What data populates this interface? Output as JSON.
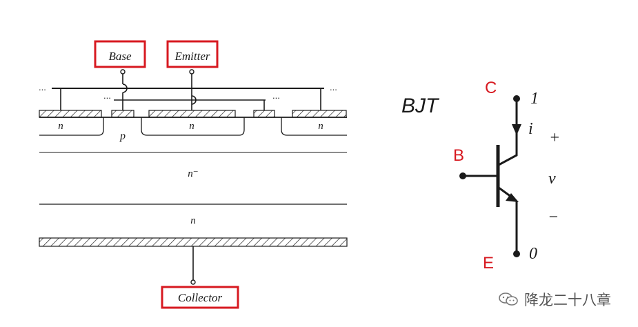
{
  "structure": {
    "labels": {
      "base": "Base",
      "emitter": "Emitter",
      "collector": "Collector"
    },
    "regions": {
      "n_left": "n",
      "p": "p",
      "n_center": "n",
      "n_right": "n",
      "n_minus": "n⁻",
      "n_buffer": "n"
    },
    "ellipsis": "..."
  },
  "symbol": {
    "title": "BJT",
    "terminals": {
      "collector": "C",
      "base": "B",
      "emitter": "E"
    },
    "node_top": "1",
    "node_bottom": "0",
    "current": "i",
    "voltage": "v",
    "plus": "+",
    "minus": "−"
  },
  "watermark": "降龙二十八章",
  "colors": {
    "label_box": "#d71920",
    "terminal_letter": "#d71920",
    "line": "#1a1a1a"
  }
}
